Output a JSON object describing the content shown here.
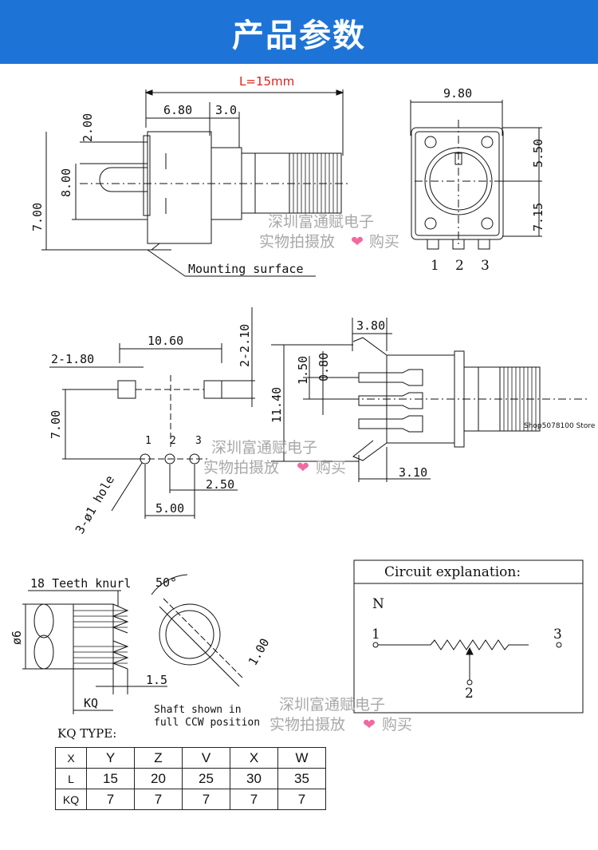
{
  "banner": {
    "title": "产品参数"
  },
  "view_top": {
    "overall_length": "L=15mm",
    "dims": [
      "6.80",
      "3.0",
      "2.00",
      "8.00",
      "7.00",
      "9.80",
      "5.50",
      "7.15"
    ],
    "mounting_label": "Mounting surface",
    "pins": [
      "1",
      "2",
      "3"
    ]
  },
  "view_mid": {
    "dims": [
      "10.60",
      "2-1.80",
      "2-2.10",
      "7.00",
      "2.50",
      "5.00",
      "3.80",
      "1.50",
      "0.80",
      "11.40",
      "3.10"
    ],
    "hole_label": "3-ø1 hole",
    "pins": [
      "1",
      "2",
      "3"
    ],
    "shop_text": "Shop5078100 Store"
  },
  "view_shaft": {
    "knurl_label": "18 Teeth knurl",
    "diameter": "ø6",
    "angle": "50°",
    "flat_depth": "1.00",
    "step": "1.5",
    "kq_label": "KQ",
    "note_line1": "Shaft shown in",
    "note_line2": "full CCW position"
  },
  "circuit": {
    "title": "Circuit explanation:",
    "letter": "N",
    "pins": [
      "1",
      "3",
      "2"
    ]
  },
  "watermarks": [
    {
      "line1": "深圳富通赋电子",
      "line2a": "实物拍摄放",
      "heart": "❤",
      "line2b": "购买"
    },
    {
      "line1": "深圳富通赋电子",
      "line2a": "实物拍摄放",
      "heart": "❤",
      "line2b": "购买"
    },
    {
      "line1": "深圳富通赋电子",
      "line2a": "实物拍摄放",
      "heart": "❤",
      "line2b": "购买"
    }
  ],
  "kq_table": {
    "title": "KQ TYPE:",
    "header": [
      "X",
      "Y",
      "Z",
      "V",
      "X",
      "W"
    ],
    "rows": [
      [
        "L",
        "15",
        "20",
        "25",
        "30",
        "35"
      ],
      [
        "KQ",
        "7",
        "7",
        "7",
        "7",
        "7"
      ]
    ]
  }
}
